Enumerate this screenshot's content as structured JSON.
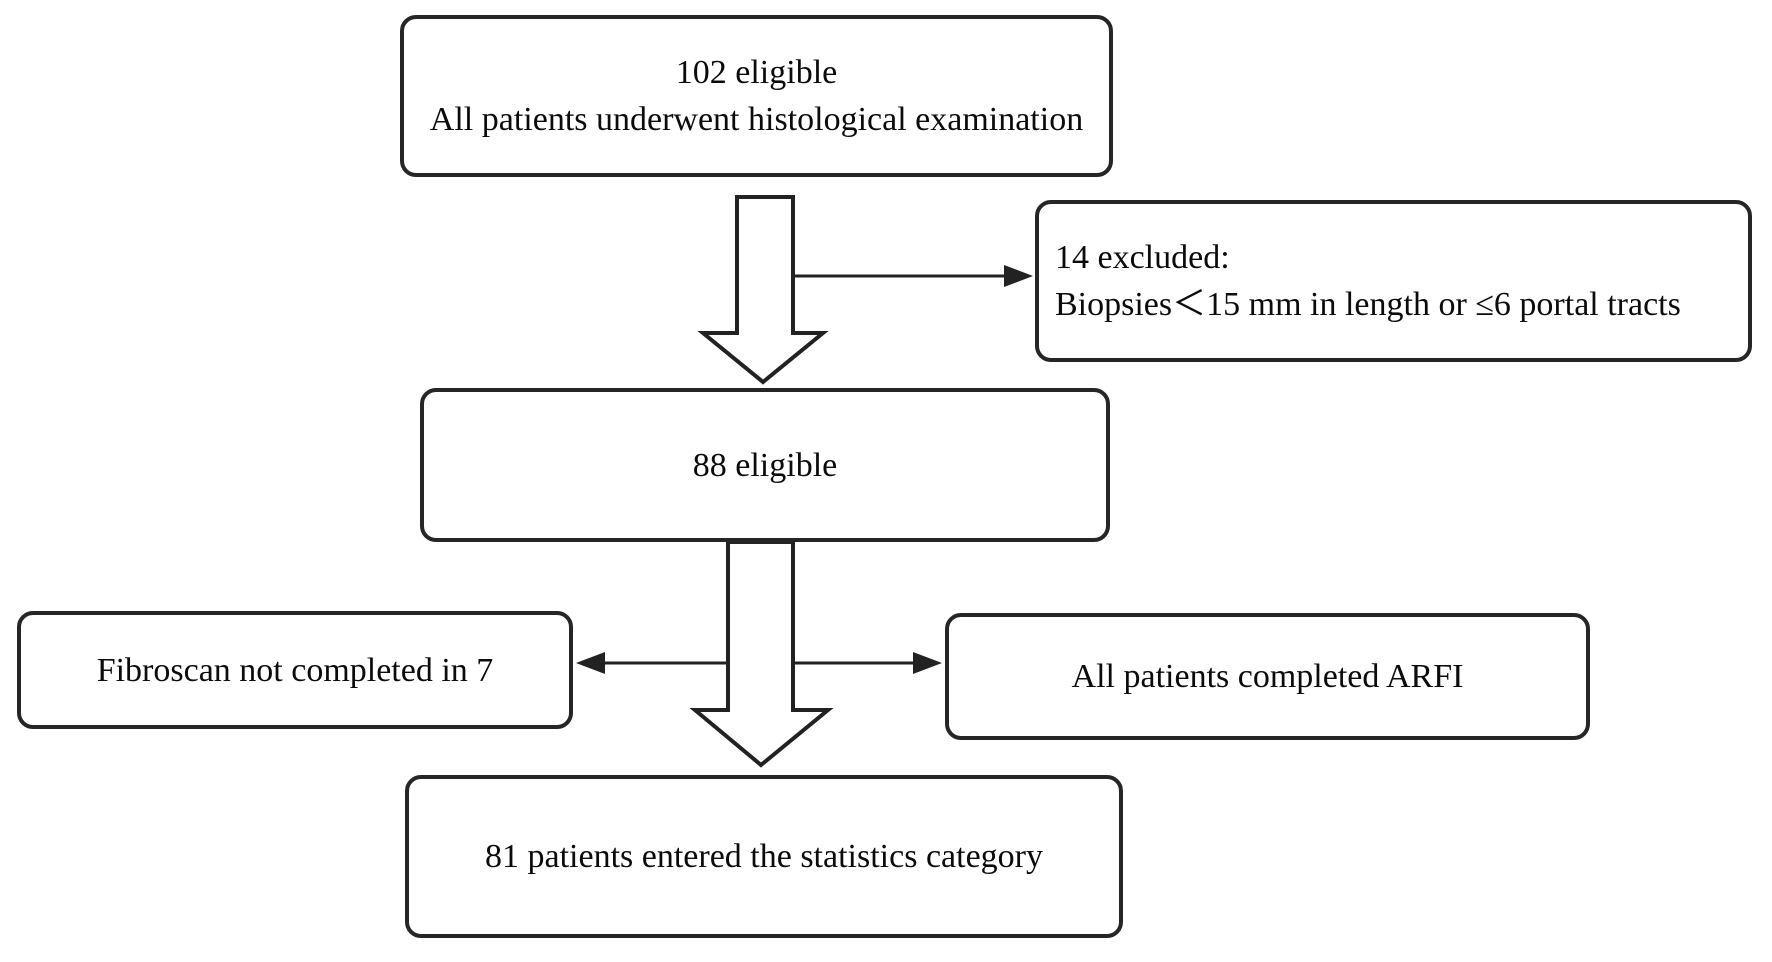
{
  "diagram": {
    "type": "patient-flowchart",
    "colors": {
      "border": "#262626",
      "line": "#222222",
      "text": "#0b0b0b",
      "background": "#ffffff"
    },
    "nodes": {
      "top": {
        "lines": [
          "102 eligible",
          "All patients underwent histological examination"
        ]
      },
      "excluded": {
        "lines": [
          "14 excluded:",
          "Biopsies＜15 mm in length or ≤6 portal tracts"
        ]
      },
      "mid": {
        "lines": [
          "88 eligible"
        ]
      },
      "left": {
        "lines": [
          "Fibroscan not completed in 7"
        ]
      },
      "right": {
        "lines": [
          "All patients completed ARFI"
        ]
      },
      "bottom": {
        "lines": [
          "81 patients entered the statistics category"
        ]
      }
    }
  }
}
